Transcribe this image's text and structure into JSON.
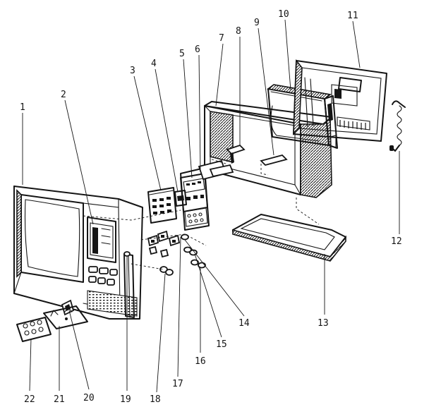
{
  "callouts": {
    "c1": "1",
    "c2": "2",
    "c3": "3",
    "c4": "4",
    "c5": "5",
    "c6": "6",
    "c7": "7",
    "c8": "8",
    "c9": "9",
    "c10": "10",
    "c11": "11",
    "c12": "12",
    "c13": "13",
    "c14": "14",
    "c15": "15",
    "c16": "16",
    "c17": "17",
    "c18": "18",
    "c19": "19",
    "c20": "20",
    "c21": "21",
    "c22": "22"
  },
  "colors": {
    "ink": "#151515",
    "paper": "#ffffff"
  }
}
